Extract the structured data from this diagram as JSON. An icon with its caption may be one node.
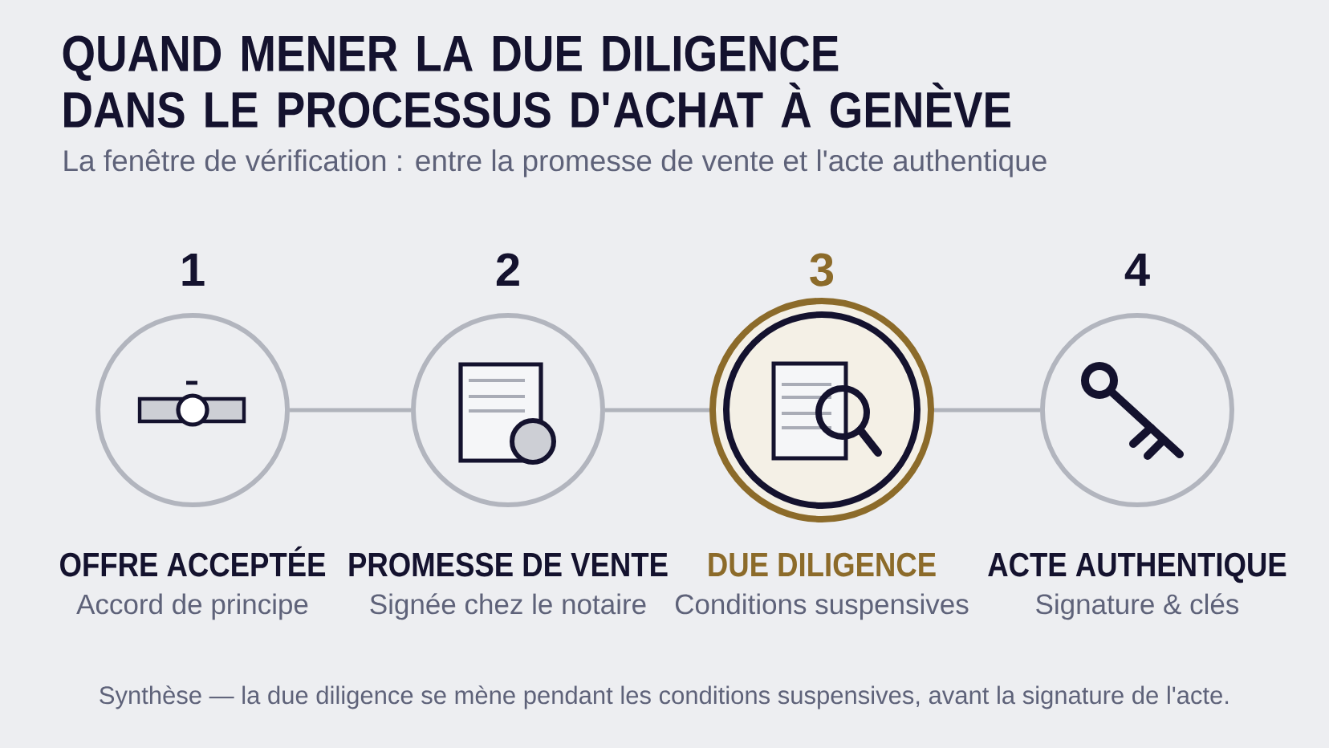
{
  "diagram": {
    "title": "QUAND MENER LA DUE DILIGENCE DANS LE PROCESSUS D'ACHAT À GENÈVE",
    "caption": "Synthèse — la due diligence se mène pendant les conditions suspensives, avant la signature de l'acte.",
    "nodes": [
      {
        "text": [],
        "shape": "circle",
        "beside": [
          "1",
          "OFFRE ACCEPTÉE",
          "Accord de principe"
        ]
      },
      {
        "text": [],
        "shape": "circle",
        "beside": [
          "2",
          "PROMESSE DE VENTE",
          "Signée chez le notaire"
        ]
      },
      {
        "text": [],
        "shape": "circle",
        "beside": [
          "3",
          "DUE DILIGENCE",
          "Conditions suspensives"
        ]
      },
      {
        "text": [],
        "shape": "circle",
        "beside": [
          "4",
          "ACTE AUTHENTIQUE",
          "Signature & clés"
        ]
      }
    ],
    "edges": [
      {
        "from": 0,
        "to": 1,
        "arrow": "none"
      },
      {
        "from": 1,
        "to": 2,
        "arrow": "none"
      },
      {
        "from": 2,
        "to": 3,
        "arrow": "none"
      }
    ],
    "labels": [
      "La fenêtre de vérification : entre la promesse de vente et l'acte authentique"
    ]
  }
}
